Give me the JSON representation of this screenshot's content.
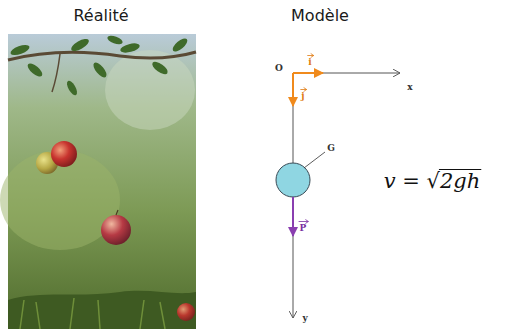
{
  "diagram": {
    "labels": [
      "Réalité",
      "Modèle",
      "O",
      "i",
      "j",
      "x",
      "G",
      "P",
      "y",
      "v = √2gh"
    ]
  }
}
